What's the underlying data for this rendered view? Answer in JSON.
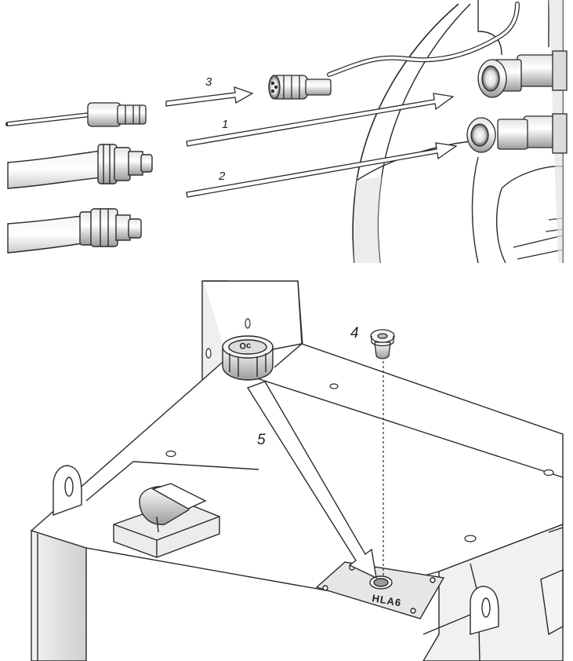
{
  "callouts": {
    "step_1": "1",
    "step_2": "2",
    "step_3": "3",
    "step_4": "4",
    "step_5": "5"
  },
  "labels": {
    "tank_plate": "HLA6",
    "filler_cap": "Oc"
  },
  "colors": {
    "line": "#2a2a2a",
    "shade": "#cfcfcf",
    "light_shade": "#e9e9e9",
    "paper": "#ffffff"
  }
}
